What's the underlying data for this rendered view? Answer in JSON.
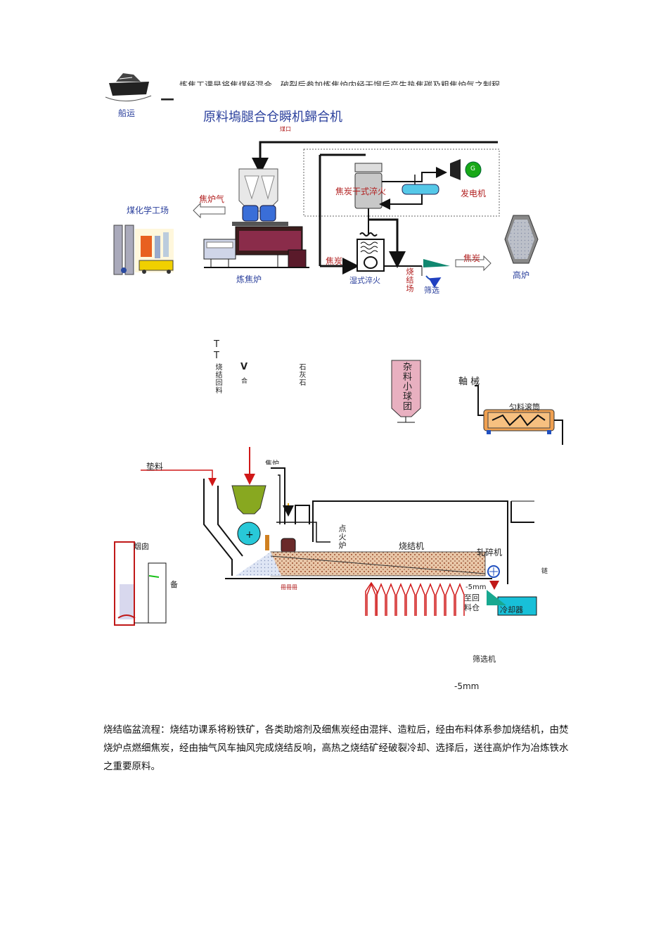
{
  "top": {
    "header_text": "炼焦工课是将焦煤经混合、破裂后参加炼焦炉内经干馏后产生热焦碳及粗焦炉气之制程",
    "ship_label": "船运",
    "dash": "—",
    "title": "原料塢腿合仓瞬机歸合机",
    "small_label": "煤口",
    "coke_gas_label": "焦炉气",
    "chemical_plant_label": "煤化学工场",
    "coke_oven_label": "炼焦炉",
    "dry_quench_label": "焦炭干式淬火",
    "generator_label": "发电机",
    "generator_symbol": "G",
    "coke_label_1": "焦炭",
    "wet_quench_label": "湿式淬火",
    "sinter_site_label": "烧结场",
    "screening_label": "筛选",
    "coke_label_2": "焦炭",
    "blast_furnace_label": "高炉"
  },
  "bottom": {
    "t1": "T",
    "t2": "T",
    "sinter_return_label": "烧结回料",
    "v_mark": "V",
    "mix_label": "合",
    "limestone_label": "石灰石",
    "mixed_pellet_label": "杂料小球团",
    "machine_label": "軸 械",
    "mixing_drum_label": "匀料滚筒",
    "bedding_label": "垫料",
    "coke_fuel_label": "焦炉",
    "ignition_label": "点火炉",
    "sinter_machine_label": "烧结机",
    "crusher_label": "轧碎机",
    "size_label": "-5mm",
    "return_bin_label": "至回料仓",
    "cooler_label": "冷却器",
    "chimney_label": "烟囱",
    "fan_label": "备",
    "bottom_red_label": "冊冊冊",
    "right_small_label": "链",
    "screen_machine_label": "筛选机",
    "size_label_2": "-5mm"
  },
  "caption": "烧结临盆流程：烧结功课系将粉铁矿，各类助熔剂及细焦炭经由混拌、造粒后，经由布料体系参加烧结机，由焚烧炉点燃细焦炭，经由抽气风车抽风完成烧结反响，高热之烧结矿经破裂冷却、选择后，送往高炉作为冶炼铁水之重要原料。"
}
